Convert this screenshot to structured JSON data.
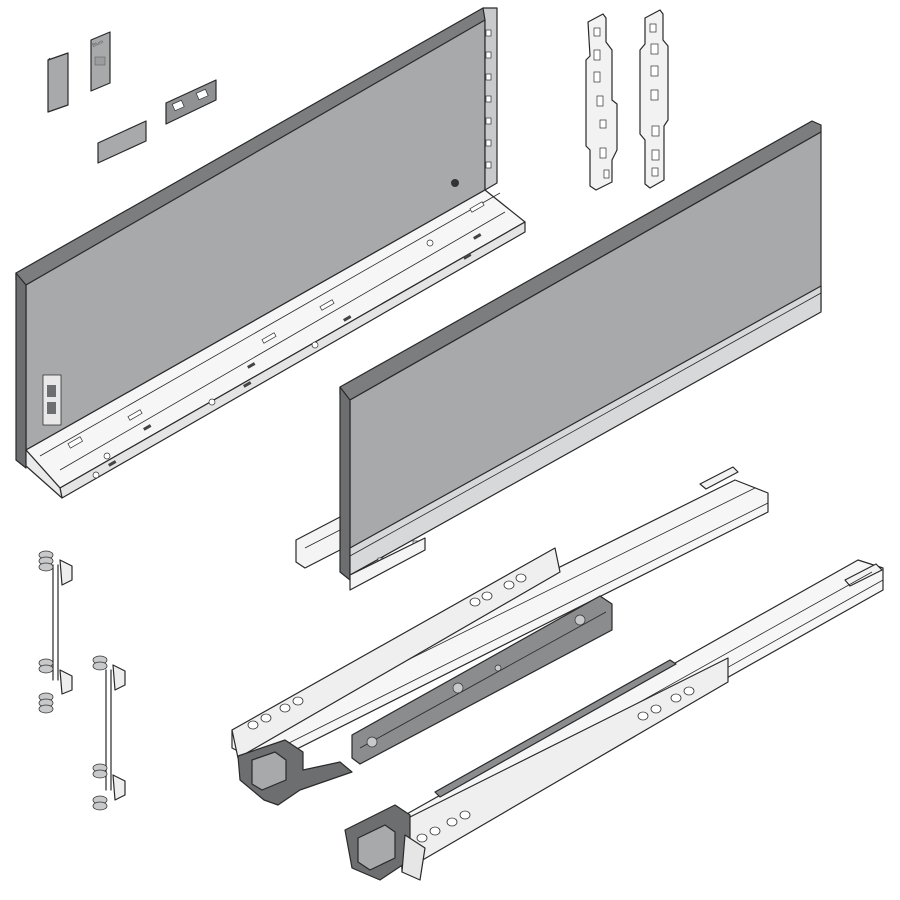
{
  "figure": {
    "kind": "exploded-assembly-illustration",
    "text_labels": [],
    "colors": {
      "panel_grey": "#a7a9ab",
      "dark_grey": "#6d6e70",
      "mechanism_grey": "#8a8c8e",
      "line": "#2a2a2a",
      "metal_light": "#f4f4f4"
    },
    "parts": [
      {
        "id": "cover-cap-left",
        "icon": "cover-cap"
      },
      {
        "id": "cover-cap-right",
        "icon": "cover-cap-embossed",
        "embossed_text": "Blum"
      },
      {
        "id": "cover-strip",
        "icon": "cover-strip"
      },
      {
        "id": "front-fixing-bracket",
        "icon": "bracket"
      },
      {
        "id": "left-drawer-side",
        "icon": "drawer-side-panel"
      },
      {
        "id": "right-drawer-side",
        "icon": "drawer-side-panel"
      },
      {
        "id": "front-fixing-bracket-pair",
        "icon": "front-fixing"
      },
      {
        "id": "rail-connector-long",
        "icon": "connector"
      },
      {
        "id": "rail-connector-short",
        "icon": "connector"
      },
      {
        "id": "runner-left",
        "icon": "drawer-runner"
      },
      {
        "id": "runner-right",
        "icon": "drawer-runner"
      }
    ]
  }
}
